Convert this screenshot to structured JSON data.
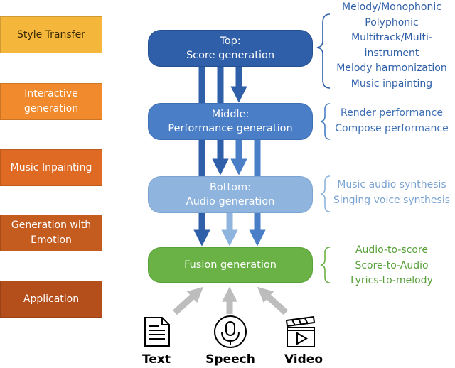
{
  "side_boxes": [
    "Style Transfer",
    "Interactive generation",
    "Music Inpainting",
    "Generation with Emotion",
    "Application"
  ],
  "layers": {
    "top": [
      "Top:",
      "Score generation"
    ],
    "middle": [
      "Middle:",
      "Performance generation"
    ],
    "bottom": [
      "Bottom:",
      "Audio generation"
    ],
    "fusion": "Fusion generation"
  },
  "tasks": {
    "top": [
      "Melody/Monophonic",
      "Polyphonic",
      "Multitrack/Multi-",
      "instrument",
      "Melody harmonization",
      "Music inpainting"
    ],
    "middle": [
      "Render performance",
      "Compose performance"
    ],
    "bottom": [
      "Music audio synthesis",
      "Singing voice synthesis"
    ],
    "fusion": [
      "Audio-to-score",
      "Score-to-Audio",
      "Lyrics-to-melody"
    ]
  },
  "inputs": {
    "text": "Text",
    "speech": "Speech",
    "video": "Video"
  },
  "colors": {
    "style_transfer": "#f4b73b",
    "interactive": "#f08a2c",
    "inpainting": "#df6a24",
    "emotion": "#c45b1f",
    "application": "#b44e1a",
    "top": "#2f5fa8",
    "middle": "#4a7ec6",
    "bottom": "#8fb4de",
    "fusion": "#6ab245",
    "input_arrow": "#bdbdbd"
  }
}
